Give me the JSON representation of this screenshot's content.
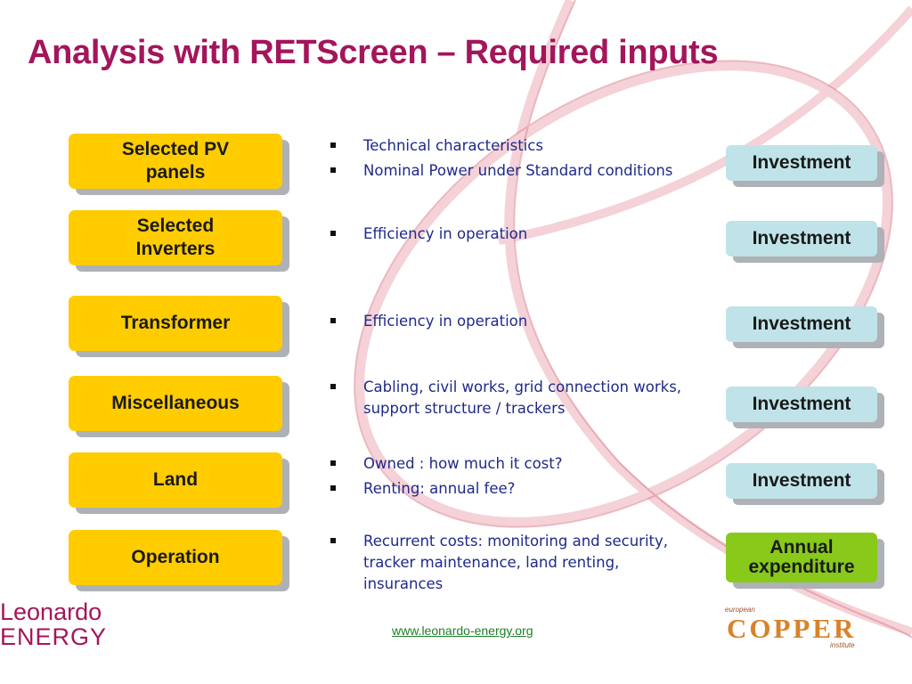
{
  "title": "Analysis with RETScreen – Required inputs",
  "rows": [
    {
      "label_lines": [
        "Selected PV",
        "panels"
      ],
      "bullets": [
        "Technical characteristics",
        "Nominal Power under Standard conditions"
      ],
      "right_label_lines": [
        "Investment"
      ]
    },
    {
      "label_lines": [
        "Selected",
        "Inverters"
      ],
      "bullets": [
        "Efficiency in operation"
      ],
      "right_label_lines": [
        "Investment"
      ]
    },
    {
      "label_lines": [
        "Transformer"
      ],
      "bullets": [
        "Efficiency in operation"
      ],
      "right_label_lines": [
        "Investment"
      ]
    },
    {
      "label_lines": [
        "Miscellaneous"
      ],
      "bullets": [
        "Cabling, civil works, grid connection works, support structure / trackers"
      ],
      "right_label_lines": [
        "Investment"
      ]
    },
    {
      "label_lines": [
        "Land"
      ],
      "bullets": [
        "Owned : how much it cost?",
        "Renting: annual fee?"
      ],
      "right_label_lines": [
        "Investment"
      ]
    },
    {
      "label_lines": [
        "Operation"
      ],
      "bullets": [
        "Recurrent costs: monitoring and security, tracker maintenance, land renting, insurances"
      ],
      "right_label_lines": [
        "Annual",
        "expenditure"
      ]
    }
  ],
  "footer": {
    "link_text": "www.leonardo-energy.org",
    "logo_left_line1": "Leonardo",
    "logo_left_line2": "ENERGY",
    "logo_right_top": "european",
    "logo_right_main": "COPPER",
    "logo_right_bottom": "institute"
  },
  "colors": {
    "title": "#a3165b",
    "left_box": "#ffcc00",
    "right_box": "#bfe3e8",
    "right_box_annual": "#88c91a",
    "bullet_text": "#1f2a8a"
  }
}
